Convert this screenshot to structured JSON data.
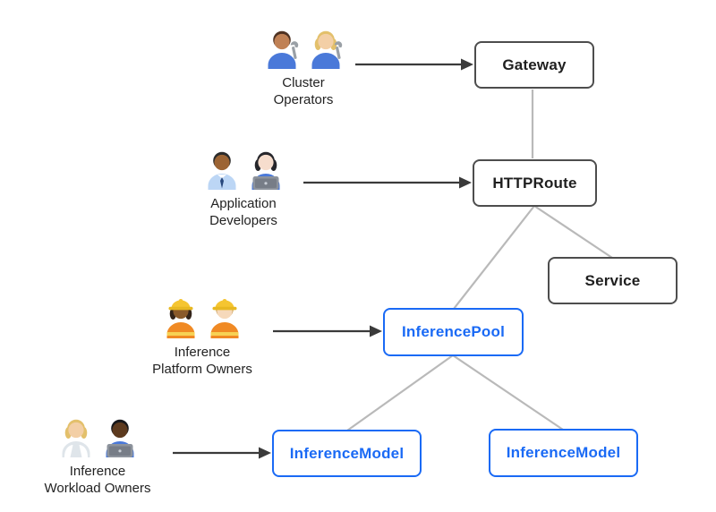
{
  "diagram": {
    "type": "flowchart",
    "background": "#ffffff",
    "colors": {
      "node_border_dark": "#4d4d4d",
      "node_text_dark": "#1f1f1f",
      "node_blue": "#1a6af5",
      "connector_line": "#b9b9b9",
      "arrow": "#3a3a3a",
      "label_text": "#222222",
      "hardhat_yellow": "#f5c531",
      "vest_stripe_yellow": "#f7d154"
    },
    "nodes": [
      {
        "id": "gateway",
        "label": "Gateway",
        "variant": "dark"
      },
      {
        "id": "httproute",
        "label": "HTTPRoute",
        "variant": "dark"
      },
      {
        "id": "service",
        "label": "Service",
        "variant": "dark"
      },
      {
        "id": "inferencepool",
        "label": "InferencePool",
        "variant": "blue"
      },
      {
        "id": "inferencemodel-left",
        "label": "InferenceModel",
        "variant": "blue"
      },
      {
        "id": "inferencemodel-right",
        "label": "InferenceModel",
        "variant": "blue"
      }
    ],
    "edges": [
      {
        "from": "Gateway",
        "to": "HTTPRoute"
      },
      {
        "from": "HTTPRoute",
        "to": "InferencePool"
      },
      {
        "from": "HTTPRoute",
        "to": "Service"
      },
      {
        "from": "InferencePool",
        "to": "InferenceModel (left)"
      },
      {
        "from": "InferencePool",
        "to": "InferenceModel (right)"
      }
    ],
    "actors": [
      {
        "id": "cluster-operators",
        "label_lines": [
          "Cluster",
          "Operators"
        ],
        "points_to": "Gateway",
        "personas": [
          {
            "name": "man-mechanic-icon",
            "skin": "#c08155",
            "hair": "#4f3222",
            "long": false,
            "shirt": "#4a79d9",
            "accessory": "wrench"
          },
          {
            "name": "woman-mechanic-icon",
            "skin": "#f3cfa6",
            "hair": "#e3c06b",
            "long": true,
            "shirt": "#4a79d9",
            "accessory": "wrench"
          }
        ]
      },
      {
        "id": "application-developers",
        "label_lines": [
          "Application",
          "Developers"
        ],
        "points_to": "HTTPRoute",
        "personas": [
          {
            "name": "man-office-worker-icon",
            "skin": "#9c6434",
            "hair": "#2b2b2b",
            "long": false,
            "shirt": "#bcd6f5",
            "accessory": "tie"
          },
          {
            "name": "woman-technologist-icon",
            "skin": "#f6ddcd",
            "hair": "#26262b",
            "long": true,
            "shirt": "#4a79d9",
            "accessory": "laptop"
          }
        ]
      },
      {
        "id": "inference-platform-owners",
        "label_lines": [
          "Inference",
          "Platform Owners"
        ],
        "points_to": "InferencePool",
        "personas": [
          {
            "name": "woman-construction-worker-icon",
            "skin": "#8a5a2b",
            "hair": "#33241a",
            "long": true,
            "shirt": "#f08a24",
            "accessory": "hardhat"
          },
          {
            "name": "man-construction-worker-icon",
            "skin": "#f6d9bb",
            "hair": "#caa05a",
            "long": false,
            "shirt": "#f08a24",
            "accessory": "hardhat"
          }
        ]
      },
      {
        "id": "inference-workload-owners",
        "label_lines": [
          "Inference",
          "Workload Owners"
        ],
        "points_to": "InferenceModel",
        "personas": [
          {
            "name": "health-worker-icon",
            "skin": "#f3cfa6",
            "hair": "#e3c06b",
            "long": true,
            "shirt": "#dfe5ea",
            "accessory": "coat"
          },
          {
            "name": "man-technologist-icon",
            "skin": "#5d3a1e",
            "hair": "#17171a",
            "long": false,
            "shirt": "#4a79d9",
            "accessory": "laptop"
          }
        ]
      }
    ]
  }
}
